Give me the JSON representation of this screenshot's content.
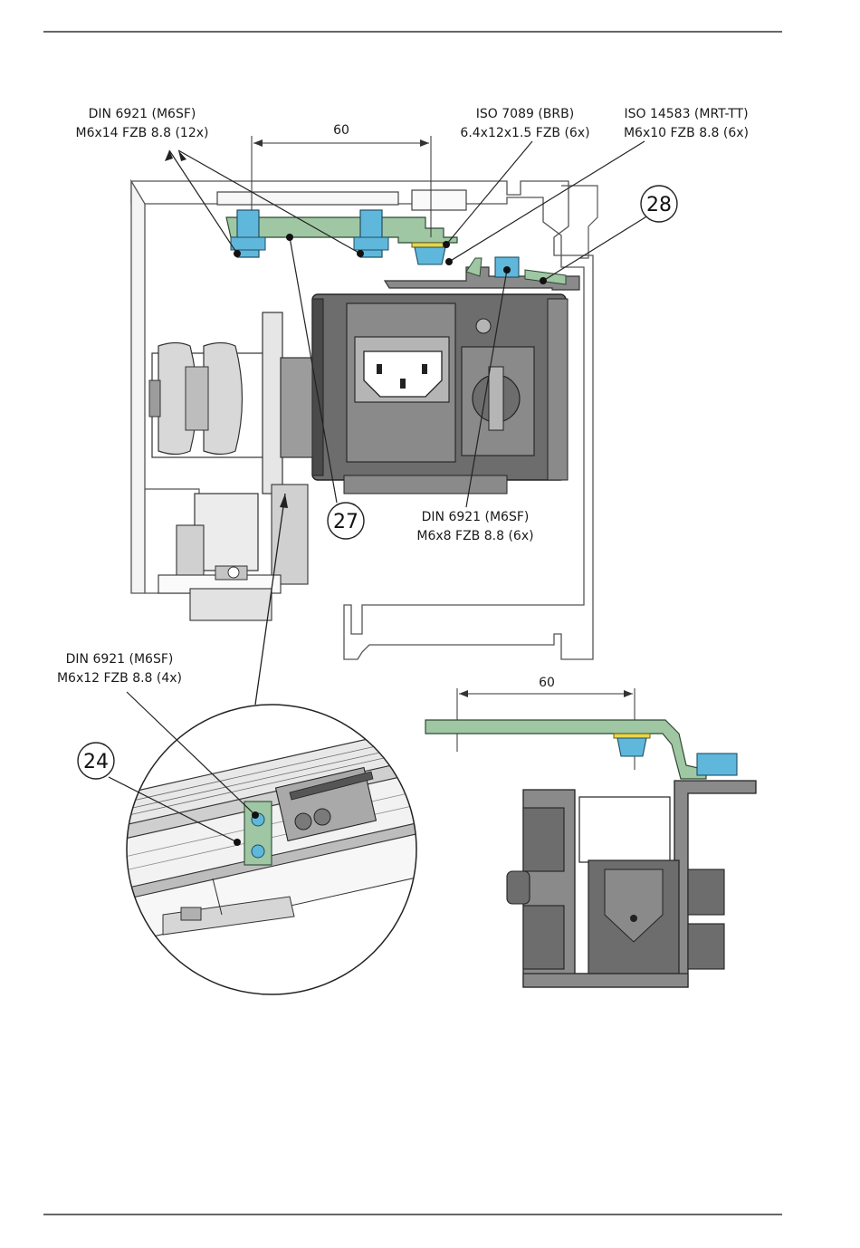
{
  "labels": {
    "din6921_top_l1": "DIN 6921 (M6SF)",
    "din6921_top_l2": "M6x14 FZB 8.8 (12x)",
    "iso7089_l1": "ISO 7089 (BRB)",
    "iso7089_l2": "6.4x12x1.5 FZB (6x)",
    "iso14583_l1": "ISO 14583 (MRT-TT)",
    "iso14583_l2": "M6x10 FZB 8.8 (6x)",
    "din6921_mid_l1": "DIN 6921 (M6SF)",
    "din6921_mid_l2": "M6x8 FZB 8.8 (6x)",
    "din6921_low_l1": "DIN 6921 (M6SF)",
    "din6921_low_l2": "M6x12 FZB 8.8 (4x)"
  },
  "dimensions": {
    "top": "60",
    "bottom": "60"
  },
  "callouts": {
    "c28": "28",
    "c27": "27",
    "c24": "24"
  },
  "colors": {
    "line": "#2a2a2a",
    "bracket_green": "#9fc7a3",
    "bolt_blue": "#5fb8dc",
    "washer_yellow": "#e8d64a",
    "housing_dark": "#6d6d6d",
    "housing_mid": "#8a8a8a",
    "housing_light": "#b5b5b5",
    "frame_light": "#f4f4f4"
  }
}
